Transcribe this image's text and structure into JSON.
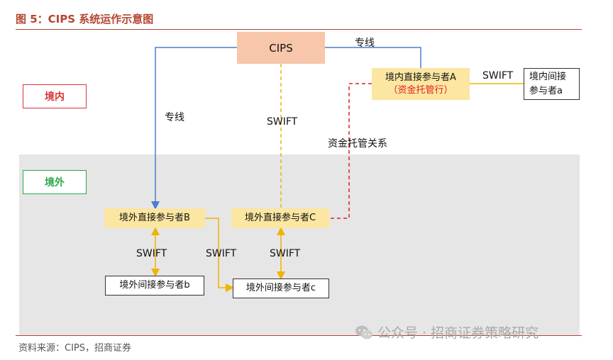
{
  "figure": {
    "title": "图 5：CIPS 系统运作示意图"
  },
  "regions": {
    "domestic_label": "境内",
    "overseas_label": "境外"
  },
  "nodes": {
    "cips": "CIPS",
    "direct_a_line1": "境内直接参与者A",
    "direct_a_line2": "（资金托管行）",
    "indirect_a_line1": "境内间接",
    "indirect_a_line2": "参与者a",
    "direct_b": "境外直接参与者B",
    "direct_c": "境外直接参与者C",
    "indirect_b": "境外间接参与者b",
    "indirect_c": "境外间接参与者c"
  },
  "edges": {
    "cips_a_label": "专线",
    "cips_b_label": "专线",
    "cips_c_label": "SWIFT",
    "a_local_label": "SWIFT",
    "custody_label": "资金托管关系",
    "b_local_label": "SWIFT",
    "b_c_local_label": "SWIFT",
    "c_local_label": "SWIFT"
  },
  "colors": {
    "title": "#b5452f",
    "cips_fill": "#f8c6aa",
    "direct_fill": "#fbe6a2",
    "dedicated_line": "#4a7fd0",
    "swift_line": "#f0b400",
    "custody_line": "#e0201c",
    "domestic_tag": "#d9343a",
    "overseas_tag": "#2aa84a"
  },
  "footer": {
    "source": "资料来源：CIPS，招商证券",
    "watermark": "公众号 · 招商证券策略研究"
  }
}
